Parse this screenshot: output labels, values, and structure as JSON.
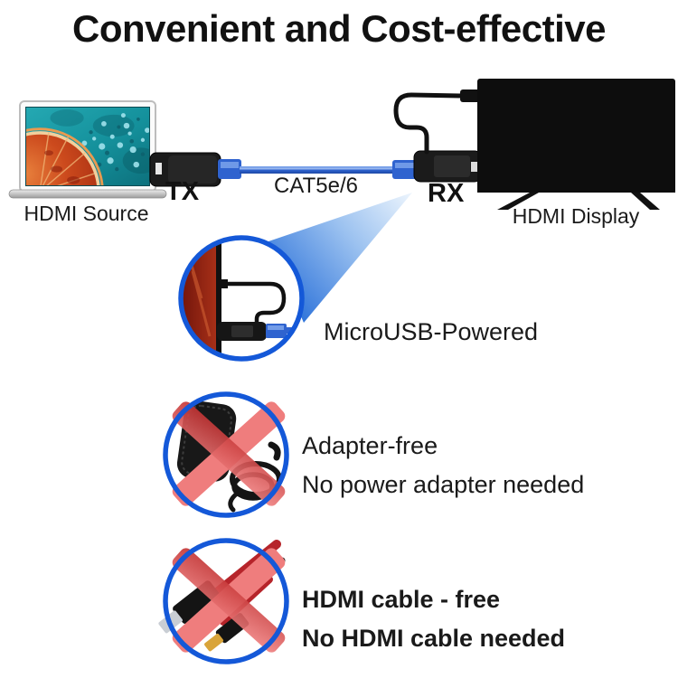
{
  "title": "Convenient and Cost-effective",
  "diagram": {
    "source_label": "HDMI Source",
    "tx_label": "TX",
    "cable_label": "CAT5e/6",
    "rx_label": "RX",
    "display_label": "HDMI Display"
  },
  "features": [
    {
      "title": "MicroUSB-Powered"
    },
    {
      "title": "Adapter-free",
      "subtitle": "No power adapter needed"
    },
    {
      "title": "HDMI cable - free",
      "subtitle": "No HDMI cable needed"
    }
  ],
  "icons": {
    "laptop": "laptop-hdmi-source-image",
    "tv": "tv-hdmi-display-image",
    "tx_unit": "tx-extender-unit",
    "rx_unit": "rx-extender-unit",
    "ethernet_cable": "cat5e-cable",
    "usb_cable": "micro-usb-cable",
    "magnifier": "magnified-rx-callout",
    "no_power": "no-power-adapter-icon",
    "no_hdmi": "no-hdmi-cable-icon",
    "cross": "cross-out-icon"
  },
  "colors": {
    "accent_blue": "#1458D8",
    "cable_blue": "#3A6FD6",
    "cross_red": "#E06060",
    "screen_teal": "#1B98A2",
    "fruit_orange": "#CC4422",
    "text": "#1A1A1A"
  }
}
